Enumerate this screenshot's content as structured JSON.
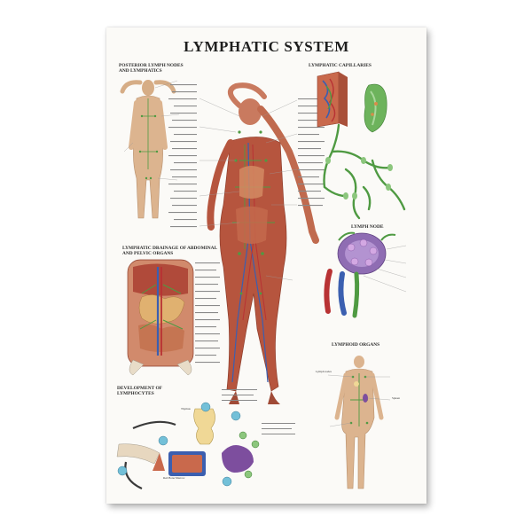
{
  "poster": {
    "title": "LYMPHATIC SYSTEM",
    "sections": {
      "posterior": "POSTERIOR LYMPH NODES AND LYMPHATICS",
      "capillaries": "LYMPHATIC CAPILLARIES",
      "drainage": "LYMPHATIC DRAINAGE OF ABDOMINAL AND PELVIC ORGANS",
      "lymph_node": "LYMPH NODE",
      "lymphoid_organs": "LYMPHOID ORGANS",
      "development": "DEVELOPMENT OF LYMPHOCYTES"
    },
    "labels": {
      "thymus": "Thymus",
      "red_bone_marrow": "Red Bone Marrow",
      "spleen": "Spleen",
      "lymph_nodes": "Lymph nodes"
    }
  },
  "colors": {
    "background": "#ffffff",
    "poster": "#fbfaf7",
    "skin": "#dcb48f",
    "muscle": "#b6553e",
    "lymph_green": "#4f9a42",
    "vein_blue": "#3b5fb0",
    "artery_red": "#b83234",
    "purple": "#7d4e9e"
  }
}
